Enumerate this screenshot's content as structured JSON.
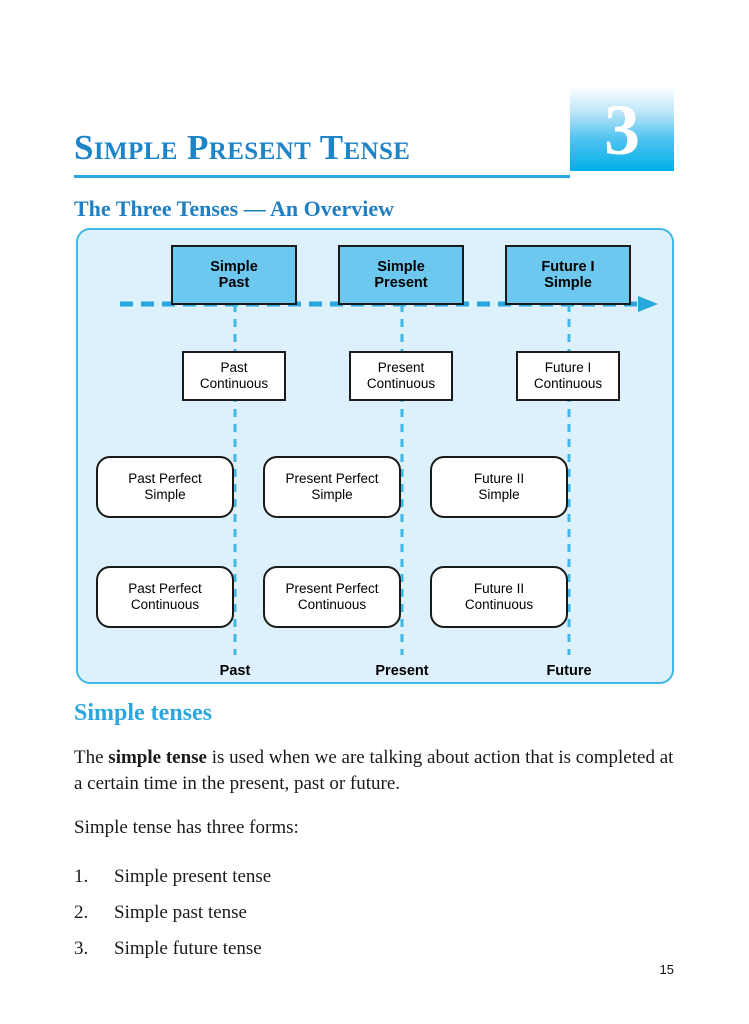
{
  "page": {
    "chapter_number": "3",
    "chapter_title": "Simple Present Tense",
    "section_heading": "The Three Tenses — An Overview",
    "page_number": "15",
    "colors": {
      "accent_blue": "#29A8DF",
      "title_blue": "#1E84C8",
      "heading_blue": "#1E7FC2",
      "subheading_blue": "#2BA6DE",
      "panel_fill": "#DCF1FB",
      "panel_border": "#3FB8E4",
      "node_fill": "#6DC8EF",
      "node_border": "#1a1a1a",
      "timeline": "#29A8DF"
    }
  },
  "diagram": {
    "timeline_axis_labels": [
      "Past",
      "Present",
      "Future"
    ],
    "rows": [
      {
        "style": "filled",
        "nodes": [
          "Simple\nPast",
          "Simple\nPresent",
          "Future I\nSimple"
        ]
      },
      {
        "style": "plain",
        "nodes": [
          "Past\nContinuous",
          "Present\nContinuous",
          "Future I\nContinuous"
        ]
      },
      {
        "style": "rounded",
        "nodes": [
          "Past Perfect\nSimple",
          "Present Perfect\nSimple",
          "Future II\nSimple"
        ]
      },
      {
        "style": "rounded",
        "nodes": [
          "Past Perfect\nContinuous",
          "Present Perfect\nContinuous",
          "Future II\nContinuous"
        ]
      }
    ]
  },
  "body": {
    "subheading": "Simple tenses",
    "paragraph_1_before": "The ",
    "paragraph_1_bold": "simple tense",
    "paragraph_1_after": " is used when we are talking about action that is completed at a certain time in the present, past or future.",
    "paragraph_2": "Simple tense has three forms:",
    "list": [
      {
        "num": "1.",
        "text": "Simple present tense"
      },
      {
        "num": "2.",
        "text": "Simple past tense"
      },
      {
        "num": "3.",
        "text": "Simple future tense"
      }
    ]
  }
}
